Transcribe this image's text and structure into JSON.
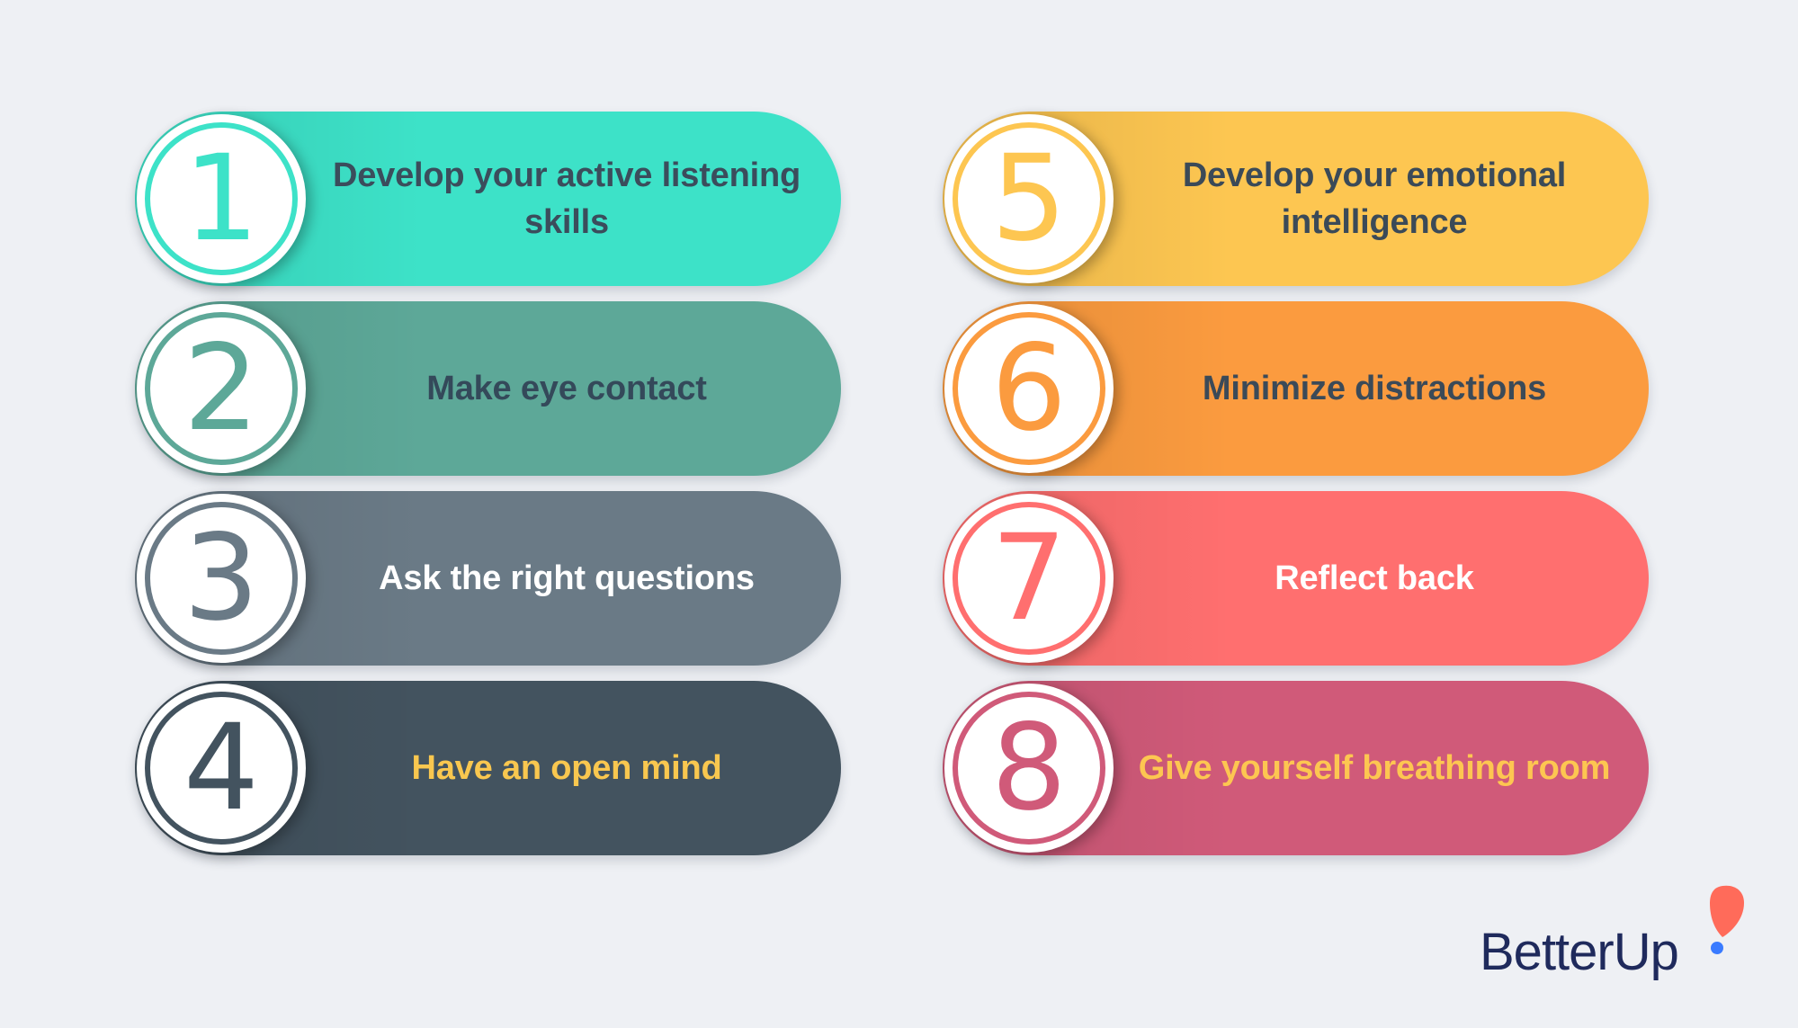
{
  "items": [
    {
      "number": "1",
      "text": "Develop your active listening skills",
      "color": "#3de2c8",
      "text_color": "#3b4d5c"
    },
    {
      "number": "2",
      "text": "Make eye contact",
      "color": "#5da898",
      "text_color": "#34495a"
    },
    {
      "number": "3",
      "text": "Ask the right questions",
      "color": "#6a7a86",
      "text_color": "#ffffff"
    },
    {
      "number": "4",
      "text": "Have an open mind",
      "color": "#43535f",
      "text_color": "#f9c74f"
    },
    {
      "number": "5",
      "text": "Develop your emotional intelligence",
      "color": "#fdc651",
      "text_color": "#3b4a58"
    },
    {
      "number": "6",
      "text": "Minimize distractions",
      "color": "#fb9b3f",
      "text_color": "#3b4a58"
    },
    {
      "number": "7",
      "text": "Reflect back",
      "color": "#ff6f6f",
      "text_color": "#ffffff"
    },
    {
      "number": "8",
      "text": "Give yourself breathing room",
      "color": "#d05a79",
      "text_color": "#fdc651"
    }
  ],
  "brand": {
    "name": "BetterUp",
    "text_color": "#1f2a5c",
    "mark_colors": {
      "drop": "#ff6b5a",
      "dot": "#3a7bff"
    }
  }
}
